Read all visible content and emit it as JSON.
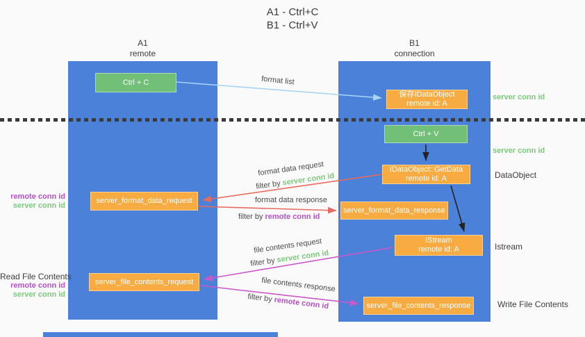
{
  "title": {
    "line1": "A1 - Ctrl+C",
    "line2": "B1 - Ctrl+V"
  },
  "lifelines": {
    "a1": {
      "name": "A1",
      "role": "remote"
    },
    "b1": {
      "name": "B1",
      "role": "connection"
    }
  },
  "nodes": {
    "ctrl_c": {
      "label": "Ctrl + C"
    },
    "ctrl_v": {
      "label": "Ctrl + V"
    },
    "save_idataobject": {
      "line1": "保存IDataObject",
      "line2": "remote id: A"
    },
    "idataobject_getdata": {
      "line1": "IDataObject::GetData",
      "line2": "remote id: A"
    },
    "istream": {
      "line1": "IStream",
      "line2": "remote id: A"
    },
    "server_format_data_request": {
      "label": "server_format_data_request"
    },
    "server_format_data_response": {
      "label": "server_format_data_response"
    },
    "server_file_contents_request": {
      "label": "server_file_contents_request"
    },
    "server_file_contents_response": {
      "label": "server_file_contents_response"
    }
  },
  "arrow_labels": {
    "format_list": "format list",
    "format_data_request": "format data request",
    "format_data_request_filter_prefix": "filter by ",
    "format_data_request_filter_key": "server conn id",
    "format_data_response": "format data response",
    "format_data_response_filter_prefix": "filter by ",
    "format_data_response_filter_key": "remote conn id",
    "file_contents_request": "file contents request",
    "file_contents_request_filter_prefix": "filter by ",
    "file_contents_request_filter_key": "server conn id",
    "file_contents_response": "file contents response",
    "file_contents_response_filter_prefix": "filter by ",
    "file_contents_response_filter_key": "remote conn id"
  },
  "side_labels": {
    "right_server_conn_id_1": "server conn id",
    "right_server_conn_id_2": "server conn id",
    "right_dataobject": "DataObject",
    "right_istream": "Istream",
    "right_write_file_contents": "Write File Contents",
    "left_remote_conn_id_1": "remote conn id",
    "left_server_conn_id_1": "server conn id",
    "left_read_file_contents": "Read File Contents",
    "left_remote_conn_id_2": "remote conn id",
    "left_server_conn_id_2": "server conn id"
  },
  "colors": {
    "background": "#fafafa",
    "lifeline_blue": "#4b81d8",
    "node_green": "#72bf77",
    "node_orange": "#f7ab40",
    "conn_id_green": "#7cc97c",
    "conn_id_purple": "#b252c4",
    "arrow_light_blue": "#a8d4f2",
    "arrow_red": "#e86a5e",
    "arrow_magenta": "#ca58ca",
    "arrow_black": "#222222"
  }
}
